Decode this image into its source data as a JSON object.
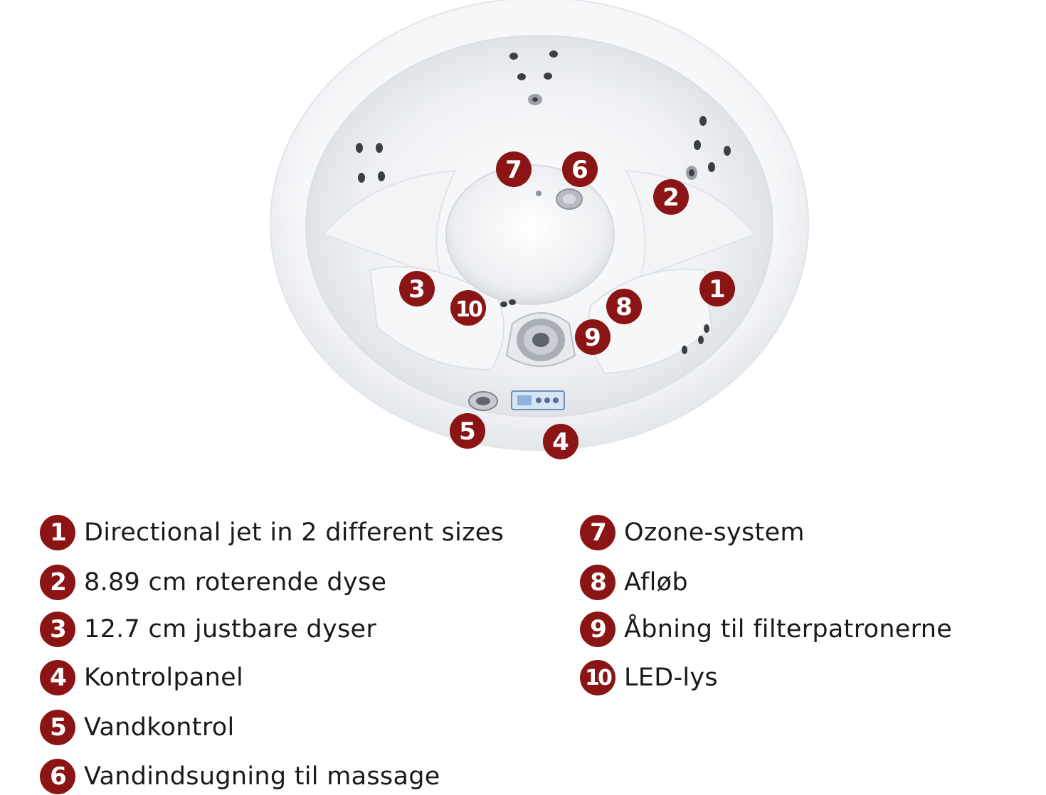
{
  "colors": {
    "marker": "#8b1414",
    "tub_shell": "#f4f5f7",
    "text": "#1a1a1a"
  },
  "markers": [
    {
      "number": "1"
    },
    {
      "number": "2"
    },
    {
      "number": "3"
    },
    {
      "number": "4"
    },
    {
      "number": "5"
    },
    {
      "number": "6"
    },
    {
      "number": "7"
    },
    {
      "number": "8"
    },
    {
      "number": "9"
    },
    {
      "number": "10"
    }
  ],
  "legend": [
    {
      "number": "1",
      "label": "Directional jet in 2 different sizes"
    },
    {
      "number": "2",
      "label": "8.89 cm roterende dyse"
    },
    {
      "number": "3",
      "label": "12.7 cm justbare dyser"
    },
    {
      "number": "4",
      "label": "Kontrolpanel"
    },
    {
      "number": "5",
      "label": "Vandkontrol"
    },
    {
      "number": "6",
      "label": "Vandindsugning til massage"
    },
    {
      "number": "7",
      "label": "Ozone-system"
    },
    {
      "number": "8",
      "label": "Afløb"
    },
    {
      "number": "9",
      "label": "Åbning til filterpatronerne"
    },
    {
      "number": "10",
      "label": "LED-lys"
    }
  ]
}
